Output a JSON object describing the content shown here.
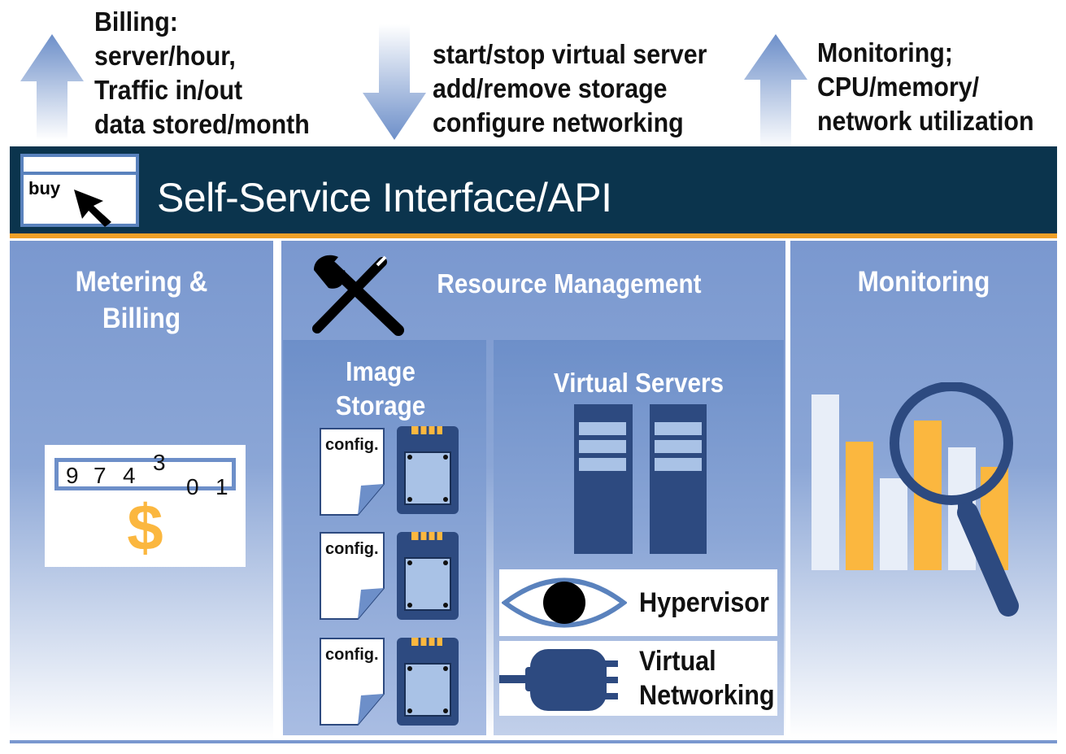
{
  "top_notes": {
    "billing": [
      "Billing:",
      "server/hour,",
      "Traffic in/out",
      "data stored/month"
    ],
    "commands": [
      "start/stop virtual server",
      "add/remove storage",
      "configure networking"
    ],
    "monitoring": [
      "Monitoring;",
      "CPU/memory/",
      "network utilization"
    ]
  },
  "banner": {
    "title": "Self-Service Interface/API",
    "buy_label": "buy"
  },
  "panels": {
    "metering": {
      "title_lines": [
        "Metering &",
        "Billing"
      ],
      "counter_digits": [
        "9",
        "7",
        "4",
        "3",
        "0",
        "1"
      ],
      "currency_symbol": "$"
    },
    "resource_management": {
      "title": "Resource Management"
    },
    "image_storage": {
      "title_lines": [
        "Image",
        "Storage"
      ],
      "config_label": "config."
    },
    "virtual_servers": {
      "title": "Virtual Servers"
    },
    "hypervisor": {
      "label": "Hypervisor"
    },
    "virtual_networking": {
      "label_lines": [
        "Virtual",
        "Networking"
      ]
    },
    "monitoring": {
      "title": "Monitoring"
    }
  },
  "colors": {
    "navy": "#0b344d",
    "orange": "#f0a028",
    "panel_blue": "#7a98cf",
    "device_blue": "#2d4a80",
    "accent_gold": "#fbb73f"
  },
  "icons": [
    "up-arrow-icon",
    "down-arrow-icon",
    "cursor-icon",
    "wrench-screwdriver-icon",
    "dollar-icon",
    "config-file-icon",
    "memory-card-icon",
    "server-rack-icon",
    "eye-icon",
    "network-plug-icon",
    "magnifier-icon",
    "bar-chart-icon"
  ]
}
